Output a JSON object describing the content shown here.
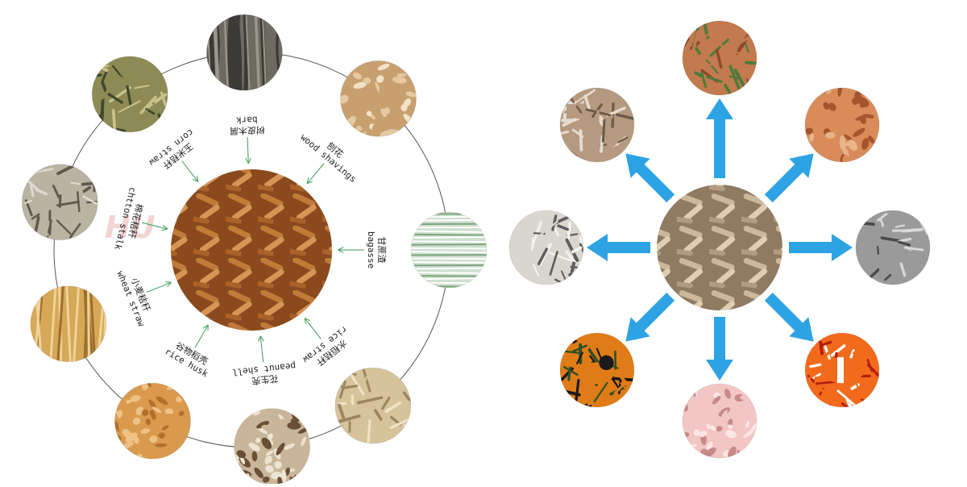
{
  "left_diagram": {
    "center": "pellets",
    "watermark": "HU",
    "materials": [
      {
        "id": "bark",
        "cn": "树皮木屑",
        "en": "bark",
        "texture": "bark",
        "colors": [
          "#3b3a36",
          "#6d6a62",
          "#9b978b"
        ]
      },
      {
        "id": "wood-shavings",
        "cn": "刨花",
        "en": "wood shavings",
        "texture": "shavings",
        "colors": [
          "#e6c9a3",
          "#c8a070",
          "#f3e2c8"
        ]
      },
      {
        "id": "cotton-stalk",
        "cn": "棉花秸秆",
        "en": "chtton stalk",
        "texture": "stalk",
        "colors": [
          "#5e5a4d",
          "#b9b3a2",
          "#dedad0"
        ]
      },
      {
        "id": "corn-straw",
        "cn": "玉米秸秆",
        "en": "corn straw",
        "texture": "straw",
        "colors": [
          "#3e4a2c",
          "#8d8a55",
          "#c9c08a"
        ]
      },
      {
        "id": "rice-straw",
        "cn": "水稻秸秆",
        "en": "rice straw",
        "texture": "straw",
        "colors": [
          "#9b8660",
          "#d6c39c",
          "#efe2c5"
        ]
      },
      {
        "id": "wheat-straw",
        "cn": "小麦秸秆",
        "en": "wheat straw",
        "texture": "wheat",
        "colors": [
          "#9c6f2b",
          "#d7a857",
          "#f0d29a"
        ]
      },
      {
        "id": "rice-husk",
        "cn": "谷物稻壳",
        "en": "rice husk",
        "texture": "husk",
        "colors": [
          "#b56f2c",
          "#d99a4e",
          "#eec285"
        ]
      },
      {
        "id": "peanut-shell",
        "cn": "花生壳",
        "en": "peanut shell",
        "texture": "husk",
        "colors": [
          "#6a4f35",
          "#c9b69a",
          "#ece3d2"
        ]
      },
      {
        "id": "bagasse",
        "cn": "甘蔗渣",
        "en": "bagasse",
        "texture": "lines",
        "colors": [
          "#7fa47f",
          "#cfe0cf",
          "#ffffff"
        ]
      }
    ]
  },
  "right_diagram": {
    "center": "pellets",
    "arrow_color": "#2ea3e3",
    "animals": [
      {
        "id": "cattle",
        "texture": "cattle",
        "colors": [
          "#8b4a2b",
          "#c27a4e",
          "#4e7a3a"
        ]
      },
      {
        "id": "chickens",
        "texture": "chickens",
        "colors": [
          "#a4552e",
          "#d98c5a",
          "#e8b48a"
        ]
      },
      {
        "id": "ducks",
        "texture": "ducks",
        "colors": [
          "#6f5a48",
          "#b59a7f",
          "#e6dbcf"
        ]
      },
      {
        "id": "geese",
        "texture": "geese",
        "colors": [
          "#4a4a4a",
          "#9a9a9a",
          "#d8d8d8"
        ]
      },
      {
        "id": "sheep",
        "texture": "sheep",
        "colors": [
          "#5e5e5e",
          "#d9d6d0",
          "#f3f1ec"
        ]
      },
      {
        "id": "fish",
        "texture": "fish",
        "colors": [
          "#b31d10",
          "#f26a1b",
          "#ffffff"
        ]
      },
      {
        "id": "pigs",
        "texture": "pigs",
        "colors": [
          "#c98a8a",
          "#f2c6c4",
          "#ffe6e4"
        ]
      },
      {
        "id": "bird",
        "texture": "bird",
        "colors": [
          "#2d4f26",
          "#e07c17",
          "#1a1a1a"
        ]
      }
    ]
  }
}
